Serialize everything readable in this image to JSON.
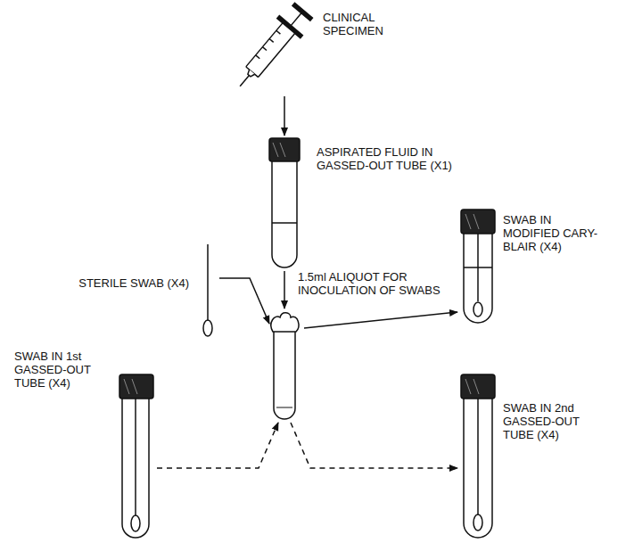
{
  "diagram": {
    "nodes": [
      {
        "text": [
          "CLINICAL SPECIMEN"
        ]
      },
      {
        "text": [
          "ASPIRATED FLUID IN GASSED-OUT TUBE (X1)"
        ]
      },
      {
        "text": [
          "STERILE SWAB (X4)"
        ]
      },
      {
        "text": []
      },
      {
        "text": [
          "SWAB IN MODIFIED CARY-BLAIR (X4)"
        ]
      },
      {
        "text": [
          "SWAB IN 1st GASSED-OUT TUBE (X4)"
        ]
      },
      {
        "text": [
          "SWAB IN 2nd GASSED-OUT TUBE (X4)"
        ]
      }
    ],
    "edges": [
      {
        "from": 0,
        "to": 1,
        "arrow": "to"
      },
      {
        "from": 1,
        "to": 3,
        "label": "1.5ml ALIQUOT FOR INOCULATION OF SWABS",
        "arrow": "to"
      },
      {
        "from": 2,
        "to": 3,
        "arrow": "to"
      },
      {
        "from": 5,
        "to": 3,
        "arrow": "to"
      },
      {
        "from": 3,
        "to": 4,
        "arrow": "to"
      },
      {
        "from": 3,
        "to": 6,
        "arrow": "to"
      }
    ]
  }
}
